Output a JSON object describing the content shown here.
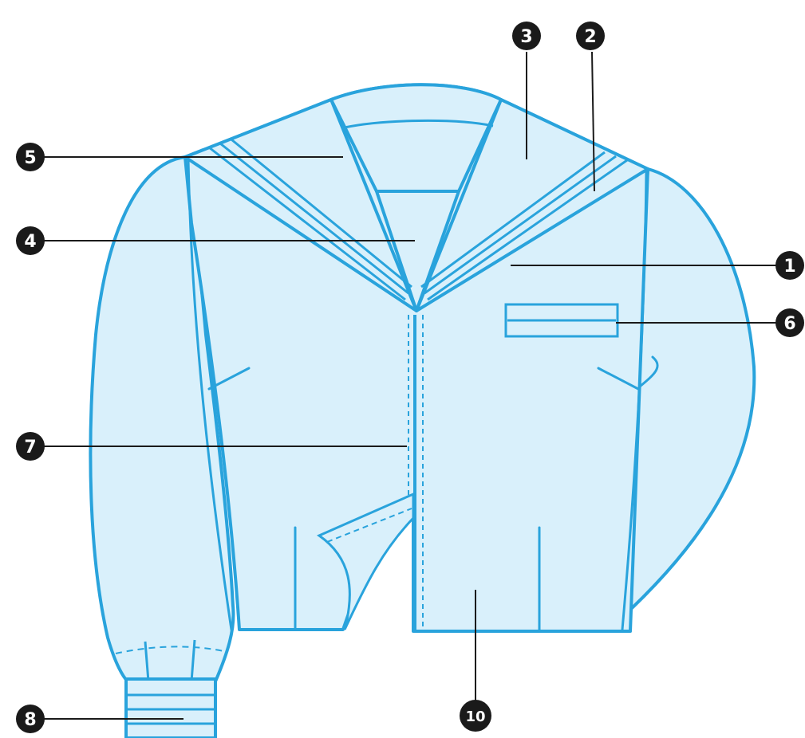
{
  "callouts": [
    {
      "id": "1",
      "label": "1"
    },
    {
      "id": "2",
      "label": "2"
    },
    {
      "id": "3",
      "label": "3"
    },
    {
      "id": "4",
      "label": "4"
    },
    {
      "id": "5",
      "label": "5"
    },
    {
      "id": "6",
      "label": "6"
    },
    {
      "id": "7",
      "label": "7"
    },
    {
      "id": "8",
      "label": "8"
    },
    {
      "id": "10",
      "label": "10"
    }
  ],
  "colors": {
    "outline": "#29a3dc",
    "fill": "#d9f0fb",
    "leader": "#1a1a1a",
    "badge": "#1a1a1a",
    "badge_text": "#ffffff"
  }
}
